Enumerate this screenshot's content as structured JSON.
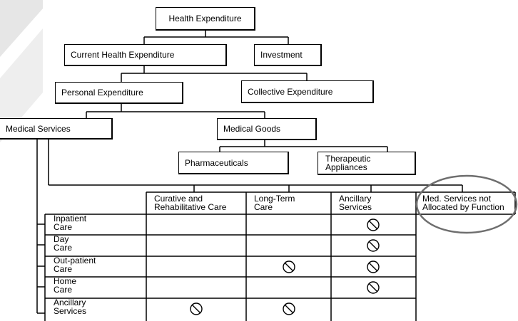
{
  "diagram": {
    "tree": {
      "root": "Health Expenditure",
      "current": "Current Health Expenditure",
      "investment": "Investment",
      "personal": "Personal Expenditure",
      "collective": "Collective Expenditure",
      "medical_services": "Medical Services",
      "medical_goods": "Medical Goods",
      "pharmaceuticals": "Pharmaceuticals",
      "therapeutic_line1": "Therapeutic",
      "therapeutic_line2": "Appliances"
    },
    "matrix": {
      "columns": [
        {
          "line1": "Curative and",
          "line2": "Rehabilitative Care"
        },
        {
          "line1": "Long-Term",
          "line2": "Care"
        },
        {
          "line1": "Ancillary",
          "line2": "Services"
        },
        {
          "line1": "Med. Services not",
          "line2": "Allocated by Function"
        }
      ],
      "rows": [
        {
          "line1": "Inpatient",
          "line2": "Care",
          "not_applicable": [
            false,
            false,
            true,
            false
          ]
        },
        {
          "line1": "Day",
          "line2": "Care",
          "not_applicable": [
            false,
            false,
            true,
            false
          ]
        },
        {
          "line1": "Out-patient",
          "line2": "Care",
          "not_applicable": [
            false,
            true,
            true,
            false
          ]
        },
        {
          "line1": "Home",
          "line2": "Care",
          "not_applicable": [
            false,
            false,
            true,
            false
          ]
        },
        {
          "line1": "Ancillary",
          "line2": "Services",
          "not_applicable": [
            true,
            true,
            false,
            false
          ]
        }
      ],
      "not_applicable_icon": "prohibited-circle-icon",
      "highlight_column": 3,
      "highlight_icon": "ellipse-highlight-icon"
    },
    "colors": {
      "line": "#000000",
      "highlight_ellipse": "#6e6e6e",
      "watermark": "#e6e6e6"
    }
  }
}
